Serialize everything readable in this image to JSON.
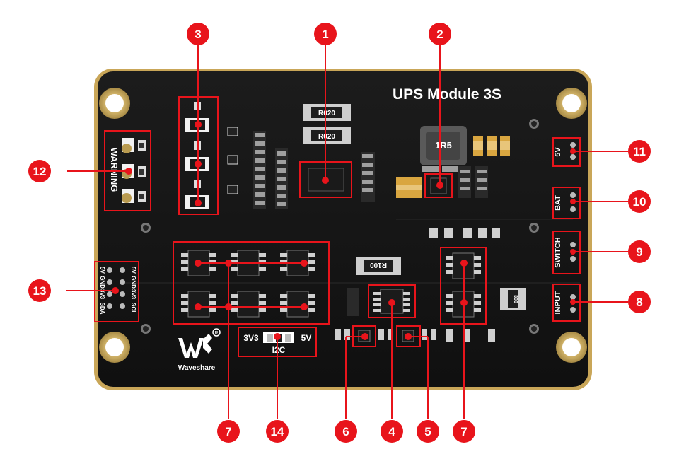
{
  "board": {
    "title": "UPS Module 3S",
    "brand": "Waveshare",
    "warning_label": "WARNING",
    "i2c_label": "I2C",
    "jumper_left_label": "3V3",
    "jumper_right_label": "5V",
    "resistor_top_1": "R020",
    "resistor_top_2": "R020",
    "inductor_label": "1R5",
    "resistor_mid": "R100",
    "small_part_label": "300",
    "pin_header_pins": [
      "5V",
      "GND",
      "3V3",
      "SCL",
      "5V",
      "GND",
      "3V3",
      "SDA"
    ],
    "connector_labels": {
      "v5": "5V",
      "bat": "BAT",
      "switch": "SWITCH",
      "input": "INPUT"
    }
  },
  "callouts": [
    {
      "id": "1",
      "number": "1"
    },
    {
      "id": "2",
      "number": "2"
    },
    {
      "id": "3",
      "number": "3"
    },
    {
      "id": "4",
      "number": "4"
    },
    {
      "id": "5",
      "number": "5"
    },
    {
      "id": "6",
      "number": "6"
    },
    {
      "id": "7a",
      "number": "7"
    },
    {
      "id": "7b",
      "number": "7"
    },
    {
      "id": "8",
      "number": "8"
    },
    {
      "id": "9",
      "number": "9"
    },
    {
      "id": "10",
      "number": "10"
    },
    {
      "id": "11",
      "number": "11"
    },
    {
      "id": "12",
      "number": "12"
    },
    {
      "id": "13",
      "number": "13"
    },
    {
      "id": "14",
      "number": "14"
    }
  ],
  "colors": {
    "pcb": "#161616",
    "pcb_edge": "#c9a658",
    "callout": "#e8141b",
    "silkscreen": "#ffffff"
  }
}
